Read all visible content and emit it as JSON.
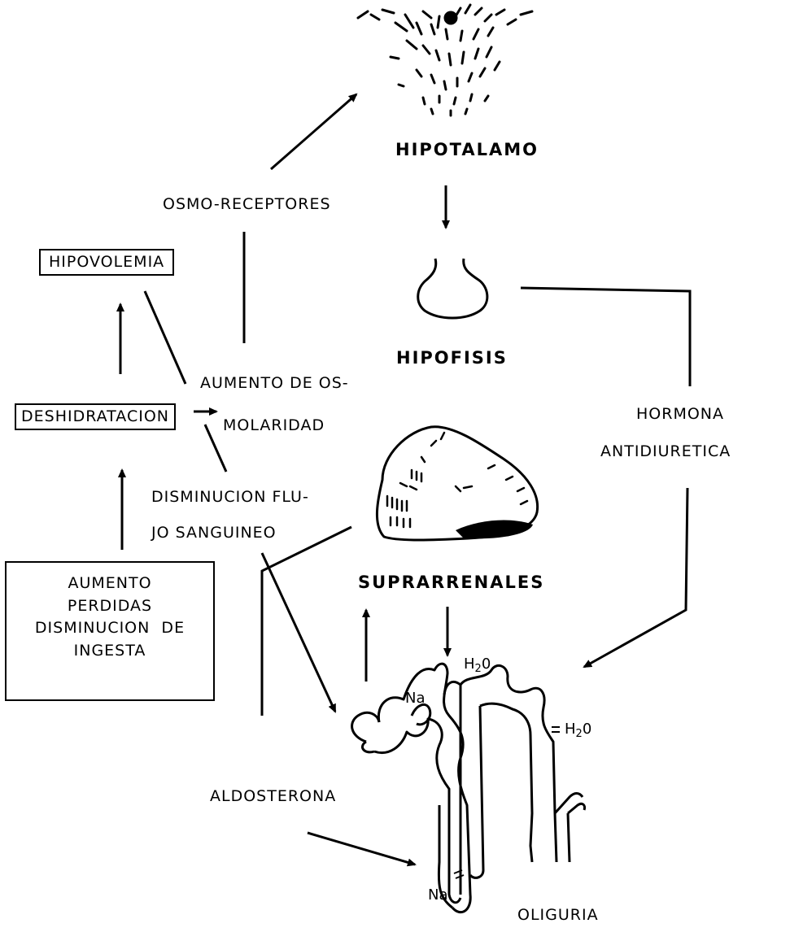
{
  "organs": {
    "hypothalamus": "HIPOTALAMO",
    "pituitary": "HIPOFISIS",
    "adrenals": "SUPRARRENALES"
  },
  "labels": {
    "hypovolemia": "HIPOVOLEMIA",
    "dehydration": "DESHIDRATACION",
    "osmoreceptors": "OSMO-RECEPTORES",
    "osmolarity_line1": "AUMENTO DE OS-",
    "osmolarity_line2": "MOLARIDAD",
    "bloodflow_line1": "DISMINUCION FLU-",
    "bloodflow_line2": "JO SANGUINEO",
    "adh_line1": "HORMONA",
    "adh_line2": "ANTIDIURETICA",
    "aldosterone": "ALDOSTERONA",
    "oliguria": "OLIGURIA",
    "na_top": "Na",
    "na_bottom": "Na",
    "h2o_top_h": "H",
    "h2o_top_2": "2",
    "h2o_top_o": "0",
    "h2o_side_h": "H",
    "h2o_side_2": "2",
    "h2o_side_o": "0"
  },
  "cause_box": {
    "line1": "AUMENTO",
    "line2": "PERDIDAS",
    "line3": "DISMINUCION  DE",
    "line4": "INGESTA"
  }
}
